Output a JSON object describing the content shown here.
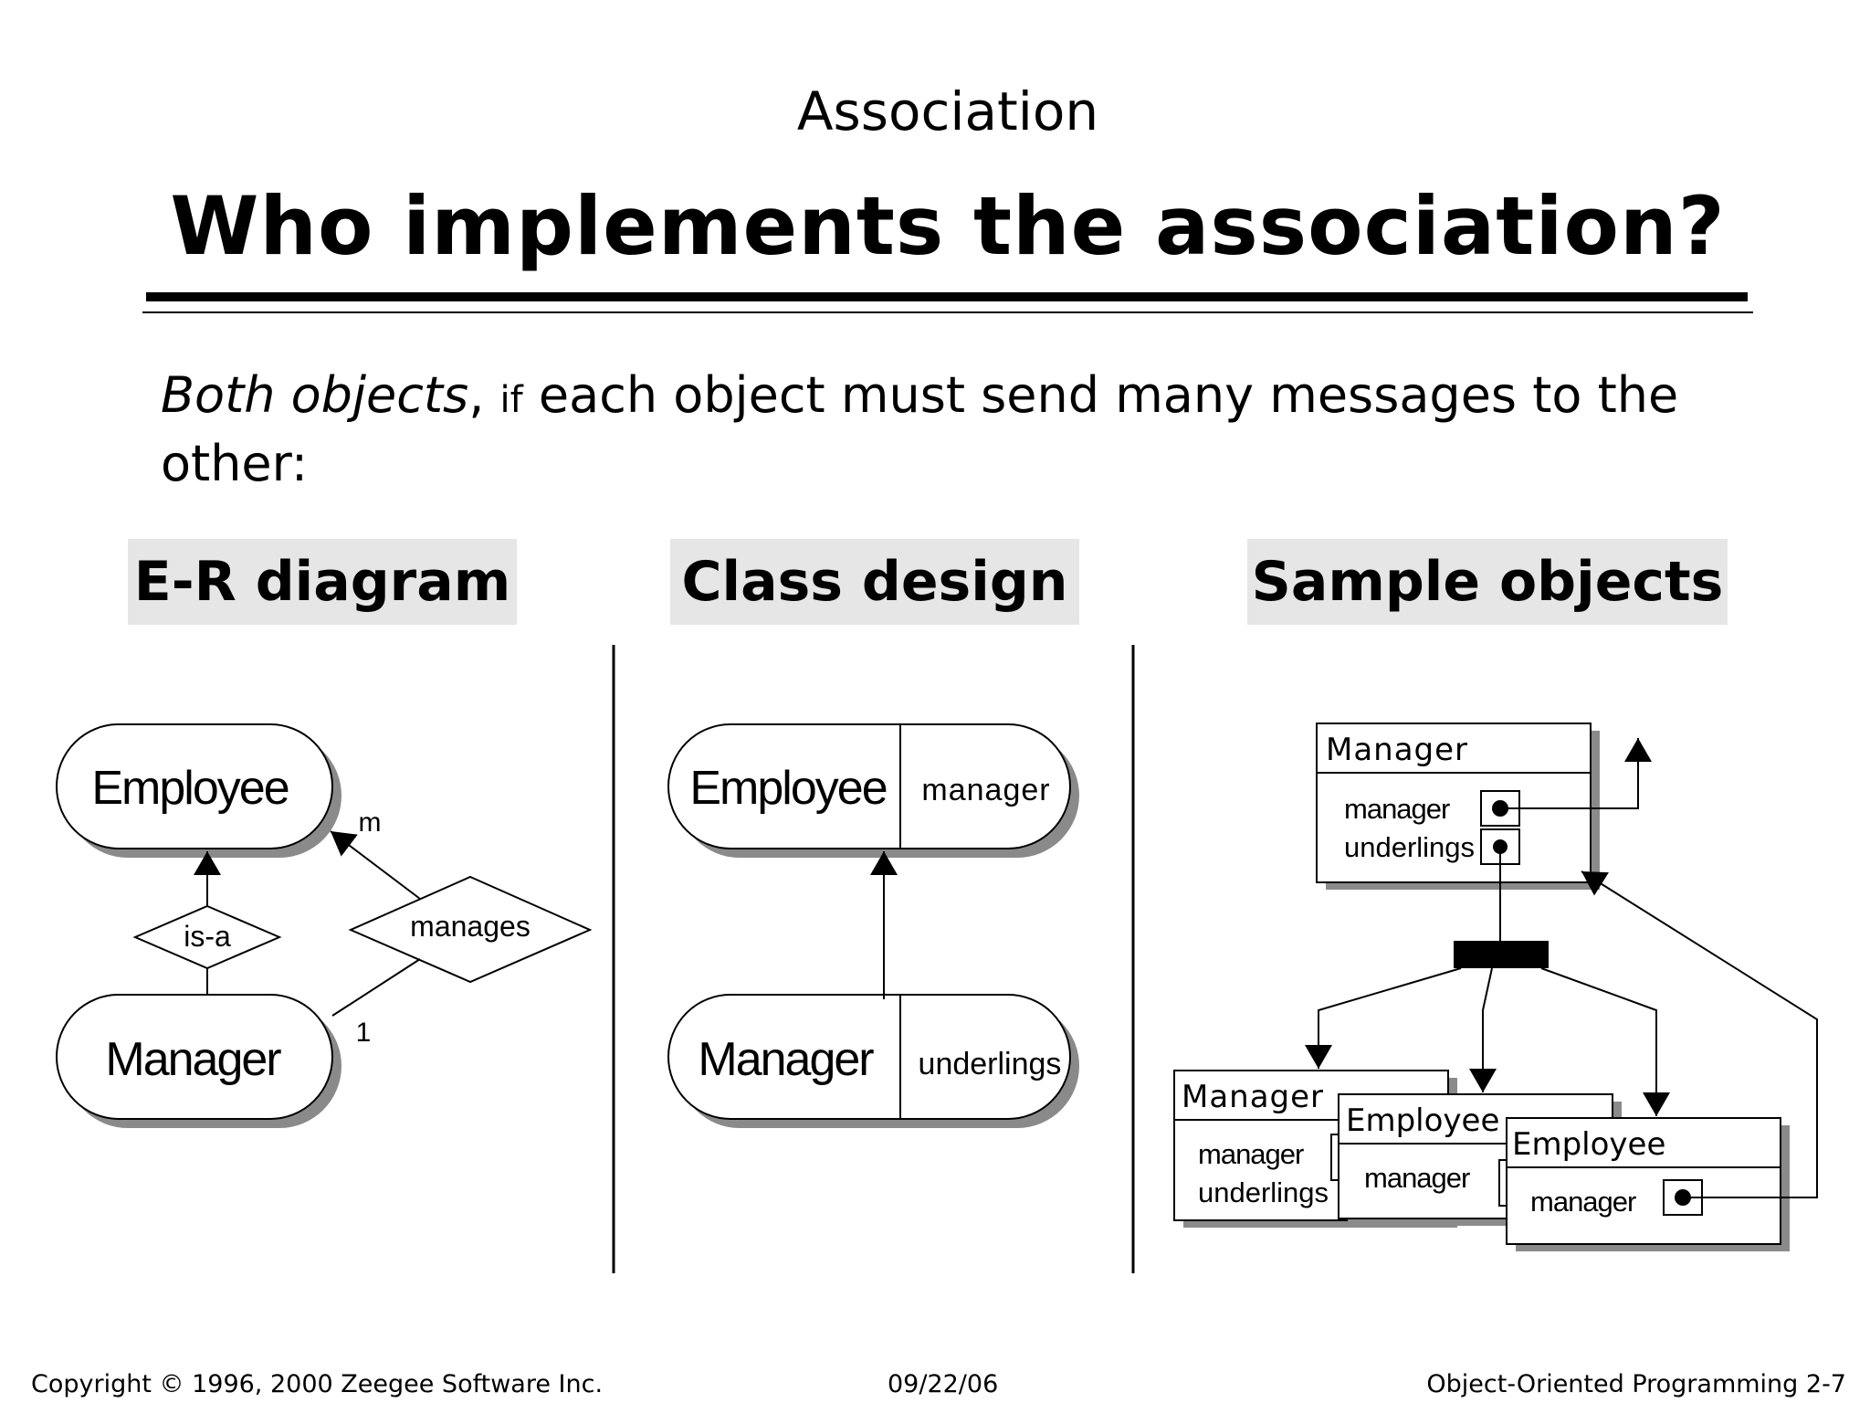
{
  "header": {
    "section": "Association",
    "title": "Who implements the association?"
  },
  "body": {
    "emphasis": "Both objects",
    "comma": ",",
    "small_word": "if",
    "rest": "each object must send many messages to the other:"
  },
  "panels": {
    "er": "E-R diagram",
    "class": "Class design",
    "sample": "Sample objects"
  },
  "er_diagram": {
    "employee": "Employee",
    "manager": "Manager",
    "is_a": "is-a",
    "manages": "manages",
    "mult_m": "m",
    "mult_1": "1"
  },
  "class_design": {
    "employee": "Employee",
    "employee_attr": "manager",
    "manager": "Manager",
    "manager_attr": "underlings"
  },
  "sample_objects": {
    "top_manager": {
      "title": "Manager",
      "field1": "manager",
      "field2": "underlings"
    },
    "manager": {
      "title": "Manager",
      "field1": "manager",
      "field2": "underlings"
    },
    "employee_1": {
      "title": "Employee",
      "field1": "manager"
    },
    "employee_2": {
      "title": "Employee",
      "field1": "manager"
    }
  },
  "footer": {
    "copyright": "Copyright © 1996, 2000 Zeegee Software Inc.",
    "date": "09/22/06",
    "page": "Object-Oriented Programming 2-7"
  }
}
